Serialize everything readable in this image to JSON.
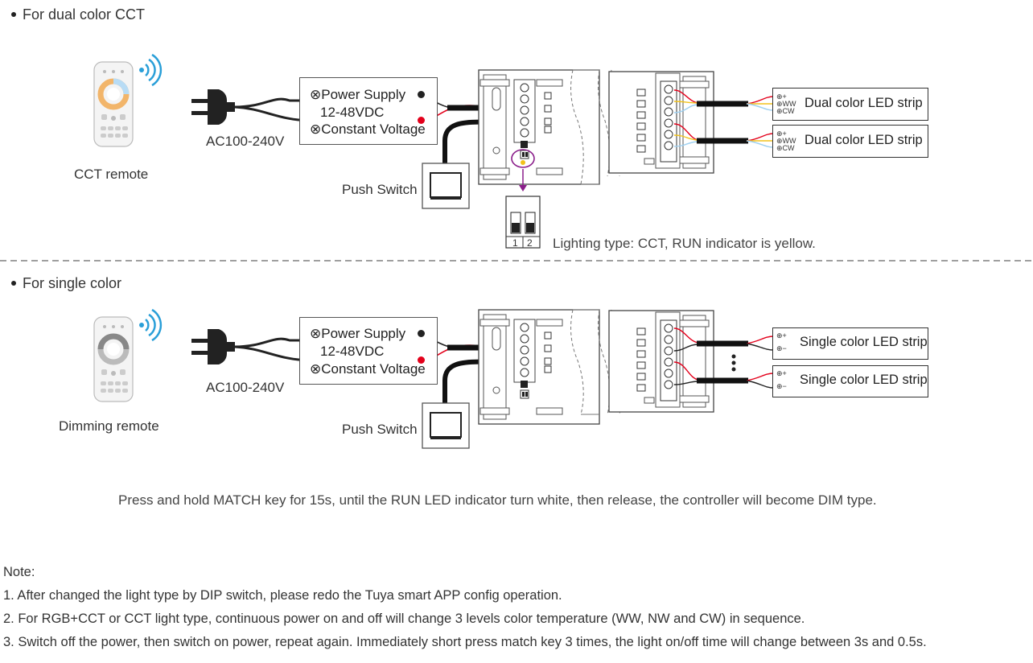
{
  "section1": {
    "title": "For dual color CCT",
    "remote_label": "CCT remote",
    "plug_label": "AC100-240V",
    "power_supply": [
      "Power Supply",
      "12-48VDC",
      "Constant Voltage"
    ],
    "push_switch": "Push Switch",
    "strips": [
      "Dual color LED strip",
      "Dual color LED strip"
    ],
    "strip_pins": [
      "+",
      "WW",
      "CW"
    ],
    "dip_numbers": [
      "1",
      "2"
    ],
    "dip_caption": "Lighting type: CCT, RUN indicator is yellow."
  },
  "section2": {
    "title": "For single color",
    "remote_label": "Dimming remote",
    "plug_label": "AC100-240V",
    "power_supply": [
      "Power Supply",
      "12-48VDC",
      "Constant Voltage"
    ],
    "push_switch": "Push Switch",
    "strips": [
      "Single color LED strip",
      "Single color LED strip"
    ],
    "strip_pins": [
      "+",
      "−"
    ]
  },
  "instruction": "Press and hold MATCH key for 15s, until the RUN LED indicator turn white, then release, the controller will become DIM type.",
  "notes": {
    "heading": "Note:",
    "items": [
      "1. After changed the light type by DIP switch, please redo the Tuya smart APP config operation.",
      "2. For RGB+CCT or CCT light type, continuous power on and off will change 3 levels color temperature (WW, NW and CW) in sequence.",
      "3. Switch off the power, then switch on power, repeat again. Immediately short press match key 3 times, the light on/off time will change between 3s and 0.5s."
    ]
  },
  "colors": {
    "red": "#e3001b",
    "purple": "#8a1d8a",
    "yellow": "#f2c21b",
    "warm": "#f0c060",
    "cool": "#9ed0f0",
    "accent_blue": "#2a9fd8"
  }
}
